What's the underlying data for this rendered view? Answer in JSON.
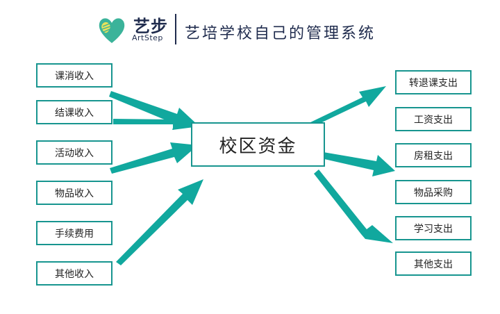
{
  "header": {
    "logo_name": "艺步",
    "logo_sub": "ArtStep",
    "tagline": "艺培学校自己的管理系统"
  },
  "center": {
    "label": "校区资金"
  },
  "income": [
    {
      "label": "课消收入"
    },
    {
      "label": "结课收入"
    },
    {
      "label": "活动收入"
    },
    {
      "label": "物品收入"
    },
    {
      "label": "手续费用"
    },
    {
      "label": "其他收入"
    }
  ],
  "expense": [
    {
      "label": "转退课支出"
    },
    {
      "label": "工资支出"
    },
    {
      "label": "房租支出"
    },
    {
      "label": "物品采购"
    },
    {
      "label": "学习支出"
    },
    {
      "label": "其他支出"
    }
  ],
  "colors": {
    "accent": "#17958f",
    "arrow": "#11a89e",
    "brand_dark": "#1f2b4d",
    "logo_green": "#3bb39a",
    "logo_yellow": "#e8e25a"
  }
}
